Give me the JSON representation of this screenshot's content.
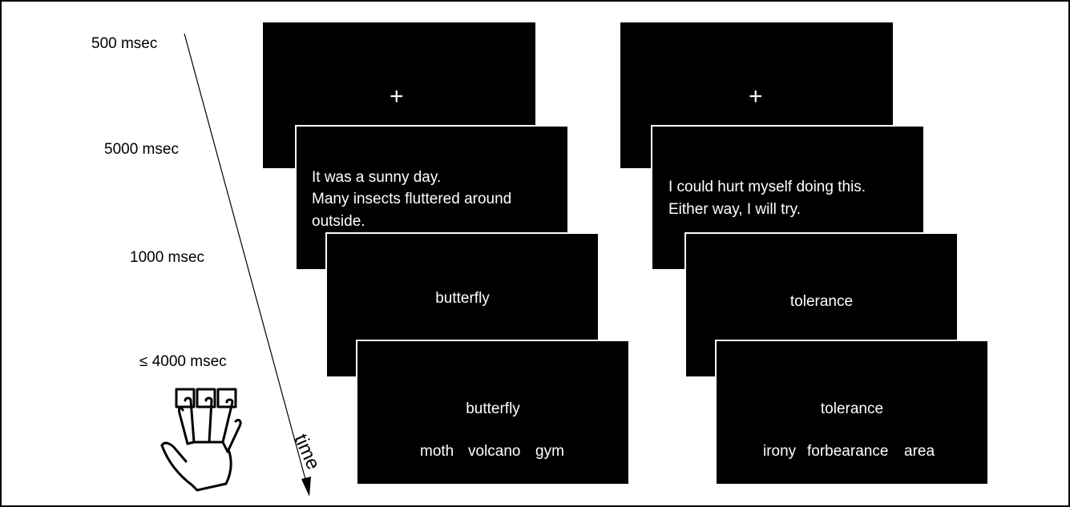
{
  "timings": {
    "fixation": "500 msec",
    "context": "5000 msec",
    "target": "1000 msec",
    "response": "≤ 4000 msec"
  },
  "time_axis_label": "time",
  "trial_left": {
    "fixation_symbol": "+",
    "context_line1": "It was a sunny day.",
    "context_line2": "Many insects fluttered around",
    "context_line3": "outside.",
    "target_word": "butterfly",
    "response_word": "butterfly",
    "options": [
      "moth",
      "volcano",
      "gym"
    ]
  },
  "trial_right": {
    "fixation_symbol": "+",
    "context_line1": "I could hurt myself doing this.",
    "context_line2": "Either way, I will try.",
    "target_word": "tolerance",
    "response_word": "tolerance",
    "options": [
      "irony",
      "forbearance",
      "area"
    ]
  },
  "icons": {
    "hand": "hand-on-response-buttons-icon",
    "arrow": "time-arrow"
  },
  "colors": {
    "screen": "#000000",
    "screen_text": "#ffffff",
    "background": "#ffffff"
  }
}
